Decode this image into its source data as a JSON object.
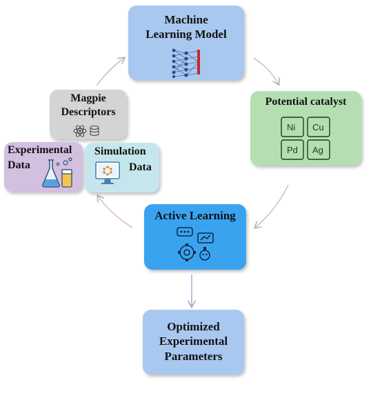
{
  "nodes": {
    "ml": {
      "line1": "Machine",
      "line2": "Learning Model",
      "icon": "neural-network-icon"
    },
    "pc": {
      "label": "Potential catalyst",
      "icon": "periodic-elements-icon",
      "elements": [
        "Ni",
        "Cu",
        "Pd",
        "Ag"
      ]
    },
    "md": {
      "line1": "Magpie",
      "line2": "Descriptors",
      "icon": "atom-database-icon"
    },
    "ed": {
      "line1": "Experimental",
      "line2": "Data",
      "icon": "lab-flask-icon"
    },
    "sd": {
      "line1": "Simulation",
      "line2": "Data",
      "icon": "monitor-molecule-icon"
    },
    "al": {
      "label": "Active Learning",
      "icon": "gear-chat-robot-icon"
    },
    "oe": {
      "line1": "Optimized",
      "line2": "Experimental",
      "line3": "Parameters"
    }
  },
  "colors": {
    "ml": "#a9c8f0",
    "pc": "#b5dfb2",
    "md": "#d4d4d4",
    "ed": "#d3c0df",
    "sd": "#c5e6ec",
    "al": "#3aa3f0",
    "oe": "#a9c8f0"
  }
}
